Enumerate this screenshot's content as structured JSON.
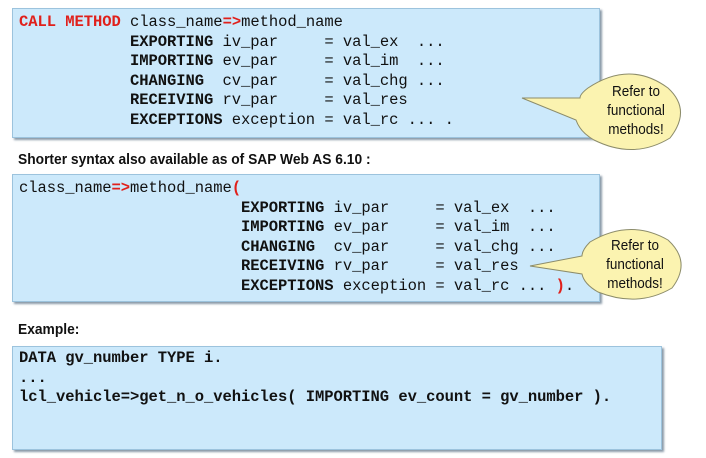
{
  "block1": {
    "lines": [
      [
        {
          "t": "CALL METHOD",
          "s": "red"
        },
        {
          "t": " class_name",
          "s": "n"
        },
        {
          "t": "=>",
          "s": "red"
        },
        {
          "t": "method_name",
          "s": "n"
        }
      ],
      [
        {
          "t": "            ",
          "s": "n"
        },
        {
          "t": "EXPORTING",
          "s": "kw"
        },
        {
          "t": " iv_par     = val_ex  ...",
          "s": "n"
        }
      ],
      [
        {
          "t": "            ",
          "s": "n"
        },
        {
          "t": "IMPORTING",
          "s": "kw"
        },
        {
          "t": " ev_par     = val_im  ...",
          "s": "n"
        }
      ],
      [
        {
          "t": "            ",
          "s": "n"
        },
        {
          "t": "CHANGING",
          "s": "kw"
        },
        {
          "t": "  cv_par     = val_chg ...",
          "s": "n"
        }
      ],
      [
        {
          "t": "            ",
          "s": "n"
        },
        {
          "t": "RECEIVING",
          "s": "kw"
        },
        {
          "t": " rv_par     = val_res",
          "s": "n"
        }
      ],
      [
        {
          "t": "            ",
          "s": "n"
        },
        {
          "t": "EXCEPTIONS",
          "s": "kw"
        },
        {
          "t": " exception = val_rc ... .",
          "s": "n"
        }
      ]
    ],
    "callout": "Refer to functional methods!"
  },
  "caption2": "Shorter syntax also available as of SAP Web AS 6.10 :",
  "block2": {
    "lines": [
      [
        {
          "t": "class_name",
          "s": "n"
        },
        {
          "t": "=>",
          "s": "red"
        },
        {
          "t": "method_name",
          "s": "n"
        },
        {
          "t": "(",
          "s": "red"
        }
      ],
      [
        {
          "t": "                        ",
          "s": "n"
        },
        {
          "t": "EXPORTING",
          "s": "kw"
        },
        {
          "t": " iv_par     = val_ex  ...",
          "s": "n"
        }
      ],
      [
        {
          "t": "                        ",
          "s": "n"
        },
        {
          "t": "IMPORTING",
          "s": "kw"
        },
        {
          "t": " ev_par     = val_im  ...",
          "s": "n"
        }
      ],
      [
        {
          "t": "                        ",
          "s": "n"
        },
        {
          "t": "CHANGING",
          "s": "kw"
        },
        {
          "t": "  cv_par     = val_chg ...",
          "s": "n"
        }
      ],
      [
        {
          "t": "                        ",
          "s": "n"
        },
        {
          "t": "RECEIVING",
          "s": "kw"
        },
        {
          "t": " rv_par     = val_res",
          "s": "n"
        }
      ],
      [
        {
          "t": "                        ",
          "s": "n"
        },
        {
          "t": "EXCEPTIONS",
          "s": "kw"
        },
        {
          "t": " exception = val_rc ... ",
          "s": "n"
        },
        {
          "t": ")",
          "s": "red"
        },
        {
          "t": ".",
          "s": "n"
        }
      ]
    ],
    "callout": "Refer to functional methods!"
  },
  "caption3": "Example:",
  "block3": {
    "lines": [
      [
        {
          "t": "DATA gv_number TYPE i.",
          "s": "kw"
        }
      ],
      [
        {
          "t": "...",
          "s": "kw"
        }
      ],
      [
        {
          "t": "lcl_vehicle=>get_n_o_vehicles( IMPORTING ev_count = gv_number ).",
          "s": "kw"
        }
      ]
    ]
  },
  "colors": {
    "box_bg": "#cce9fb",
    "keyword_red": "#e0201b",
    "callout_fill": "#fbf3b0"
  }
}
